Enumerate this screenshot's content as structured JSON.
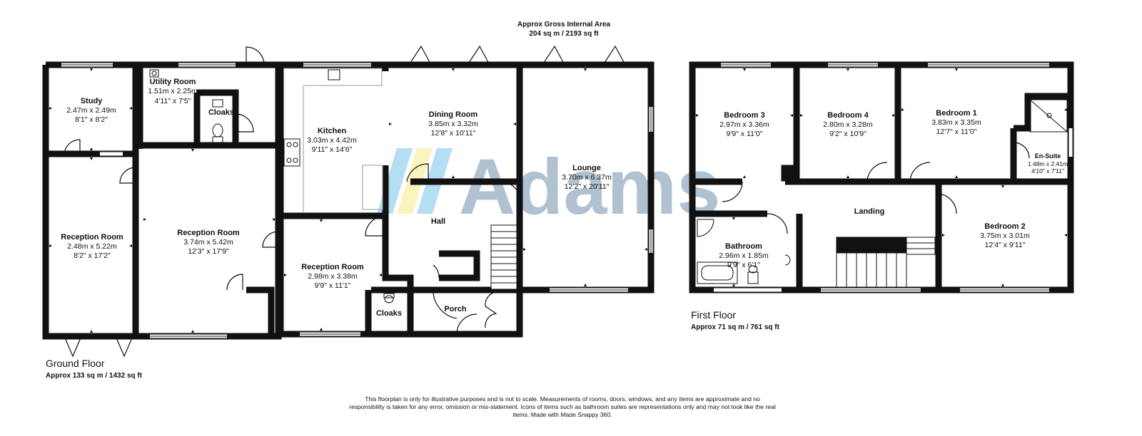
{
  "header": {
    "line1": "Approx Gross Internal Area",
    "line2": "204 sq m / 2193 sq ft"
  },
  "watermark": {
    "text": "Adams",
    "colors": [
      "#2aa5df",
      "#f5e14a",
      "#1f4f7d"
    ]
  },
  "ground_floor": {
    "name": "Ground Floor",
    "area": "Approx 133 sq m / 1432 sq ft",
    "rooms": [
      {
        "name": "Study",
        "metric": "2.47m x 2.49m",
        "imperial": "8'1\" x 8'2\""
      },
      {
        "name": "Utility Room",
        "metric": "1.51m x 2.25m",
        "imperial": "4'11\" x 7'5\""
      },
      {
        "name": "Cloaks",
        "metric": "",
        "imperial": ""
      },
      {
        "name": "Kitchen",
        "metric": "3.03m x 4.42m",
        "imperial": "9'11\" x 14'6\""
      },
      {
        "name": "Dining Room",
        "metric": "3.85m x 3.32m",
        "imperial": "12'8\" x 10'11\""
      },
      {
        "name": "Lounge",
        "metric": "3.70m x 6.37m",
        "imperial": "12'2\" x 20'11\""
      },
      {
        "name": "Reception Room",
        "metric": "2.48m x 5.22m",
        "imperial": "8'2\" x 17'2\""
      },
      {
        "name": "Reception Room",
        "metric": "3.74m x 5.42m",
        "imperial": "12'3\" x 17'9\""
      },
      {
        "name": "Reception Room",
        "metric": "2.98m x 3.38m",
        "imperial": "9'9\" x 11'1\""
      },
      {
        "name": "Hall",
        "metric": "",
        "imperial": ""
      },
      {
        "name": "Cloaks",
        "metric": "",
        "imperial": ""
      },
      {
        "name": "Porch",
        "metric": "",
        "imperial": ""
      }
    ]
  },
  "first_floor": {
    "name": "First Floor",
    "area": "Approx 71 sq m / 761 sq ft",
    "rooms": [
      {
        "name": "Bedroom 3",
        "metric": "2.97m x 3.36m",
        "imperial": "9'9\" x 11'0\""
      },
      {
        "name": "Bedroom 4",
        "metric": "2.80m x 3.28m",
        "imperial": "9'2\" x 10'9\""
      },
      {
        "name": "Bedroom 1",
        "metric": "3.83m x 3.35m",
        "imperial": "12'7\" x 11'0\""
      },
      {
        "name": "En-Suite",
        "metric": "1.48m x 2.41m",
        "imperial": "4'10\" x 7'11\""
      },
      {
        "name": "Landing",
        "metric": "",
        "imperial": ""
      },
      {
        "name": "Bathroom",
        "metric": "2.96m x 1.85m",
        "imperial": "9'9\" x 6'1\""
      },
      {
        "name": "Bedroom 2",
        "metric": "3.75m x 3.01m",
        "imperial": "12'4\" x 9'11\""
      }
    ]
  },
  "disclaimer": "This floorplan is only for illustrative purposes and is not to scale. Measurements of rooms, doors, windows, and any items are approximate and no responsibility is taken for any error, omission or mis-statement. Icons of items such as bathroom suites are representations only and may not look like the real items. Made with Made Snappy 360."
}
